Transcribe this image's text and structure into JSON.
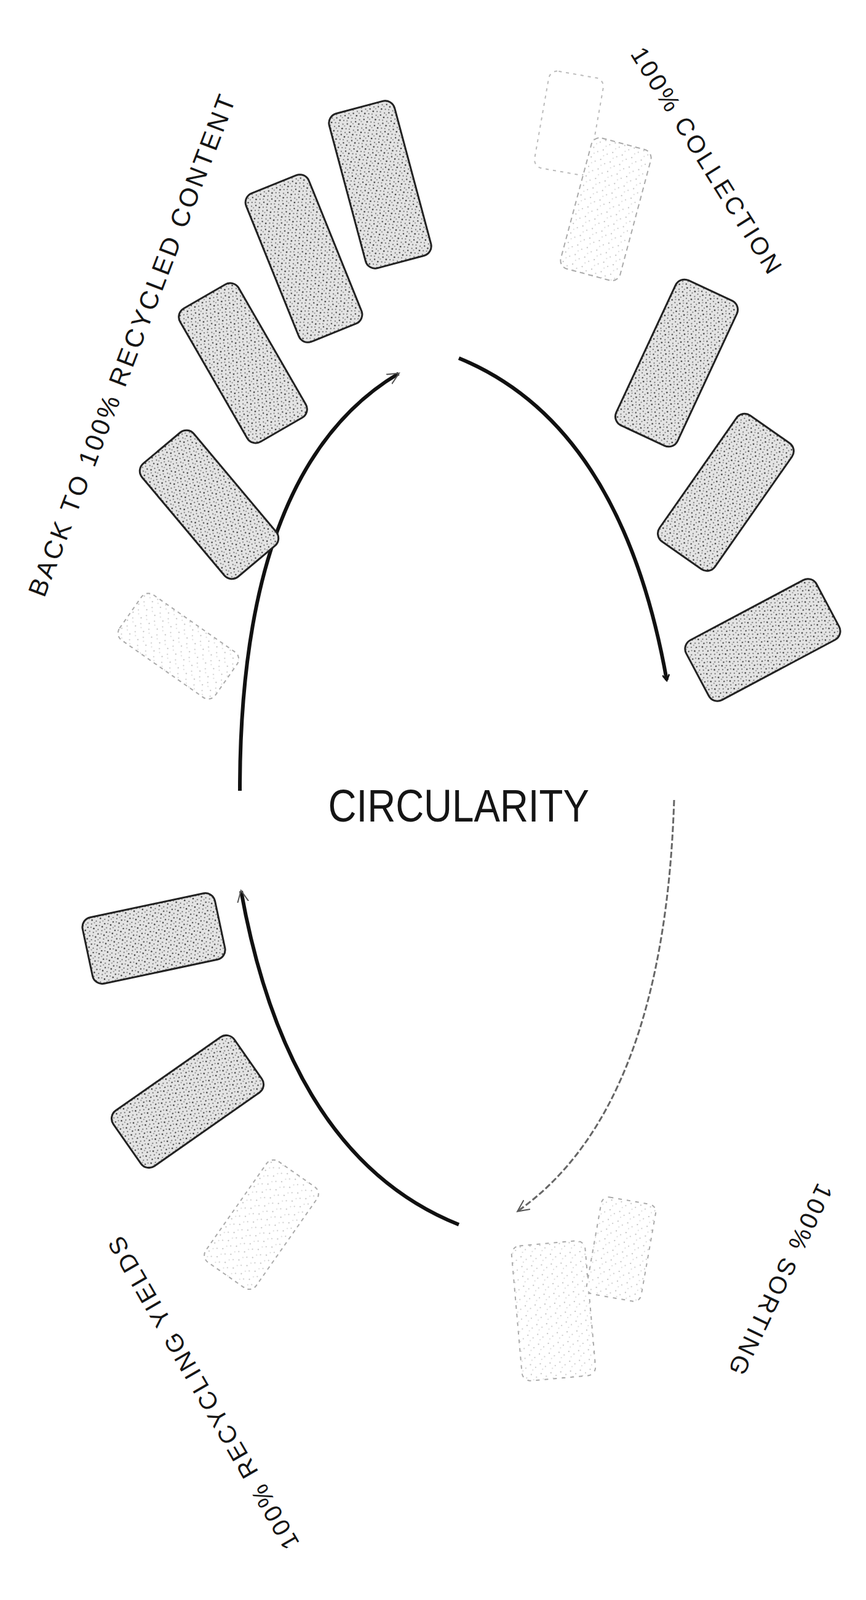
{
  "diagram": {
    "labels": [
      "BACK TO 100% RECYCLED CONTENT",
      "100% COLLECTION",
      "CIRCULARITY",
      "100% SORTING",
      "100% RECYCLING YIELDS"
    ]
  }
}
